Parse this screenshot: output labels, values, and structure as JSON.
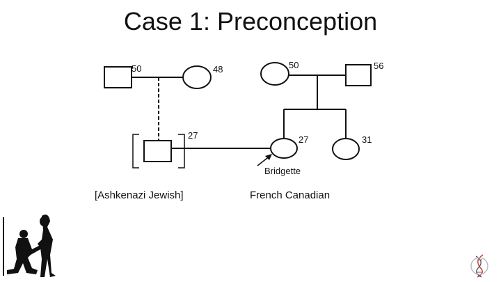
{
  "slide": {
    "title": "Case 1: Preconception"
  },
  "pedigree": {
    "paternal_grandfather_age": "50",
    "paternal_grandmother_age": "48",
    "maternal_grandmother_age": "50",
    "maternal_grandfather_age": "56",
    "partner_age": "27",
    "bridgette_age": "27",
    "sister_age": "31",
    "proband_name": "Bridgette",
    "paternal_ancestry": "[Ashkenazi Jewish]",
    "maternal_ancestry": "French Canadian"
  },
  "colors": {
    "line": "#111111",
    "silhouette": "#111111",
    "logo_accent": "#c0392b"
  },
  "icons": {
    "couple": "couple-proposal-silhouette",
    "logo": "dna-helix-logo"
  }
}
